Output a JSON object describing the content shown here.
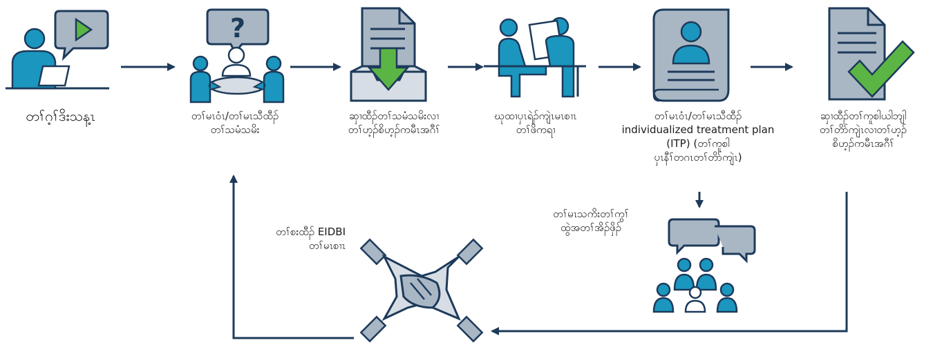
{
  "colors": {
    "navy": "#1d3a5a",
    "teal": "#1b96bf",
    "gray": "#a9b7c5",
    "light_gray": "#d6dde4",
    "green": "#5bb544",
    "white": "#ffffff"
  },
  "steps": [
    {
      "icon": "video-consult-icon",
      "label": "တၢ်ဂ့ၢ်ဒိးသန့ၤ"
    },
    {
      "icon": "meeting-question-icon",
      "label": "တၢ်မၤဝံၤ/တၢ်မၤသီထီၣ်\nတၢ်သမံသမိး"
    },
    {
      "icon": "inbox-download-icon",
      "label": "ဆှၢထီၣ်တၢ်သမံသမိးလၢ\nတၢ်ဟ့ၣ်စိဟ့ၣ်ကမီၤအဂီၢ်"
    },
    {
      "icon": "desk-work-icon",
      "label": "ဃုထၢပှၤရဲၣ်ကျဲၤမၤစၢၤ\nတၢ်ဖိကရၢ"
    },
    {
      "icon": "profile-document-icon",
      "label": "တၢ်မၤဝံၤ/တၢ်မၤသီထီၣ်\nindividualized treatment plan\n(ITP) (တၢ်ကူစါ\nပှၤနီၢ်တဂၤတၢ်တိာ်ကျဲၤ)"
    },
    {
      "icon": "approved-document-icon",
      "label": "ဆှၢထီၣ်တၢ်ကူစါယါဘျါ\nတၢ်တိာ်ကျဲၤလၢတၢ်ဟ့ၣ်\nစိဟ့ၣ်ကမီၤအဂီၢ်"
    }
  ],
  "feedback": {
    "icon": "group-discussion-icon",
    "label": "တၢ်မၤသကိးတၢ်ကွၢ်\nထွဲအတၢ်အိၣ်ဖှိၣ်"
  },
  "services": {
    "icon": "hands-together-icon",
    "label": "တၢ်စးထီၣ် EIDBI\nတၢ်မၤစၢၤ"
  }
}
